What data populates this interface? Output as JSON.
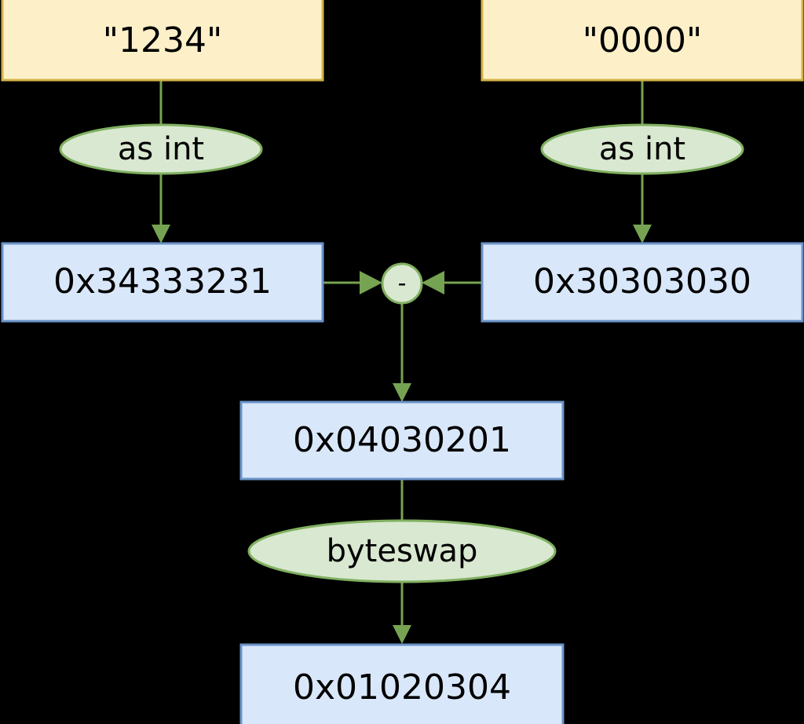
{
  "diagram": {
    "title": "string to integer subtraction and byteswap dataflow",
    "background": "#000000",
    "colors": {
      "string_node_fill": "#fdf0c8",
      "string_node_stroke": "#d4b248",
      "value_node_fill": "#d9e7fa",
      "value_node_stroke": "#6a93c8",
      "op_node_fill": "#d9e8d0",
      "op_node_stroke": "#80b060",
      "edge_color": "#76a352",
      "text_color": "#000000"
    },
    "nodes": [
      {
        "id": "str_left",
        "label": "\"1234\"",
        "shape": "box",
        "kind": "string-literal"
      },
      {
        "id": "str_right",
        "label": "\"0000\"",
        "shape": "box",
        "kind": "string-literal"
      },
      {
        "id": "op_as_int_left",
        "label": "as int",
        "shape": "ellipse",
        "kind": "operation"
      },
      {
        "id": "op_as_int_right",
        "label": "as int",
        "shape": "ellipse",
        "kind": "operation"
      },
      {
        "id": "val_left",
        "label": "0x34333231",
        "shape": "box",
        "kind": "value"
      },
      {
        "id": "val_right",
        "label": "0x30303030",
        "shape": "box",
        "kind": "value"
      },
      {
        "id": "op_subtract",
        "label": "-",
        "shape": "circle",
        "kind": "operation"
      },
      {
        "id": "val_diff",
        "label": "0x04030201",
        "shape": "box",
        "kind": "value"
      },
      {
        "id": "op_byteswap",
        "label": "byteswap",
        "shape": "ellipse",
        "kind": "operation"
      },
      {
        "id": "val_swapped",
        "label": "0x01020304",
        "shape": "box",
        "kind": "value"
      }
    ],
    "edges": [
      {
        "from": "str_left",
        "to": "op_as_int_left"
      },
      {
        "from": "op_as_int_left",
        "to": "val_left"
      },
      {
        "from": "str_right",
        "to": "op_as_int_right"
      },
      {
        "from": "op_as_int_right",
        "to": "val_right"
      },
      {
        "from": "val_left",
        "to": "op_subtract"
      },
      {
        "from": "val_right",
        "to": "op_subtract"
      },
      {
        "from": "op_subtract",
        "to": "val_diff"
      },
      {
        "from": "val_diff",
        "to": "op_byteswap"
      },
      {
        "from": "op_byteswap",
        "to": "val_swapped"
      }
    ]
  }
}
